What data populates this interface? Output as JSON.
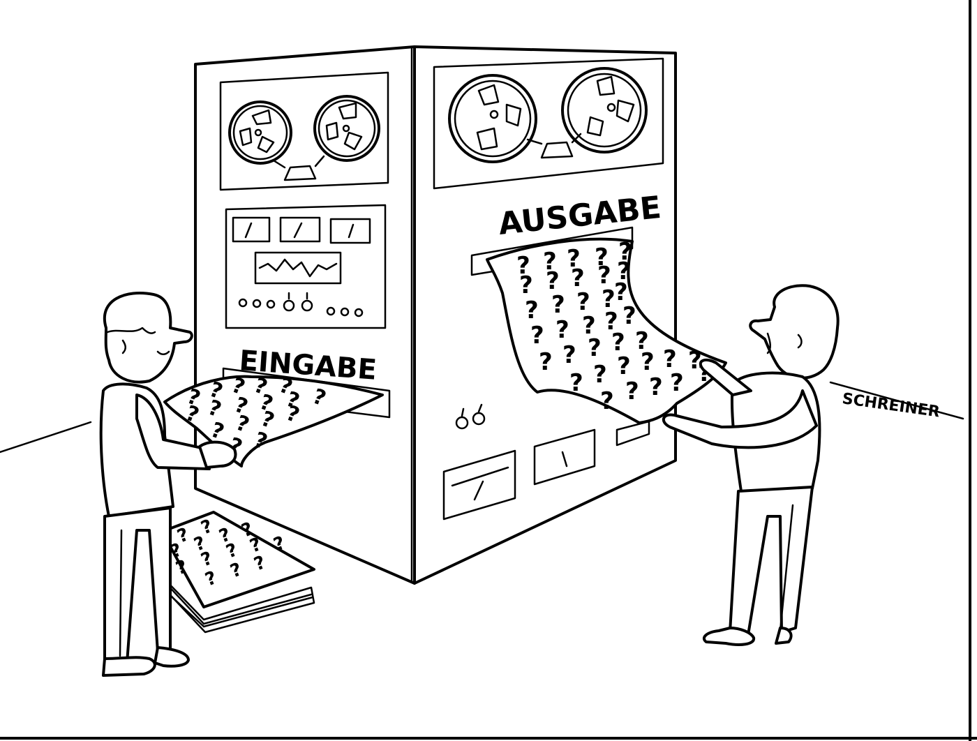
{
  "labels": {
    "input": "EINGABE",
    "output": "AUSGABE",
    "signature": "SCHREINER"
  },
  "glyphs": {
    "question": "?"
  }
}
